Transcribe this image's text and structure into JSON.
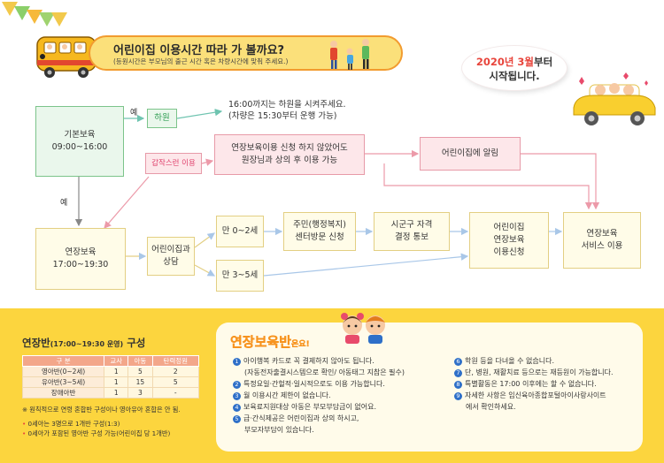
{
  "header": {
    "title": "어린이집 이용시간 따라 가 볼까요?",
    "subtitle": "(등원시간은 부모님의 출근 시간 혹은 차량시간에 맞춰 주세요.)"
  },
  "date_badge": {
    "year_month": "2020년 3월",
    "suffix": "부터",
    "line2": "시작됩니다."
  },
  "flow": {
    "basic_care": {
      "name": "기본보육",
      "time": "09:00~16:00"
    },
    "yes_label_1": "예",
    "hawon": "하원",
    "hawon_note_1": "16:00까지는 하원을 시켜주세요.",
    "hawon_note_2": "(차량은 15:30부터 운행 가능)",
    "sudden_use": "갑작스런 이용",
    "not_applied_1": "연장보육이용 신청 하지 않았어도",
    "not_applied_2": "원장님과 상의 후 이용 가능",
    "notify_daycare": "어린이집에 알림",
    "yes_label_2": "예",
    "extended_care": {
      "name": "연장보육",
      "time": "17:00~19:30"
    },
    "consult_1": "어린이집과",
    "consult_2": "상담",
    "age_0_2": "만 0~2세",
    "age_3_5": "만 3~5세",
    "community_1": "주민(행정복지)",
    "community_2": "센터방문 신청",
    "qualification_1": "시군구 자격",
    "qualification_2": "결정 통보",
    "apply_1": "어린이집",
    "apply_2": "연장보육",
    "apply_3": "이용신청",
    "use_1": "연장보육",
    "use_2": "서비스 이용"
  },
  "class_table": {
    "title": "연장반",
    "title_time": "(17:00~19:30 운영)",
    "title_suffix": "구성",
    "headers": [
      "구 분",
      "교사",
      "아동",
      "탄력정원"
    ],
    "rows": [
      [
        "영아반(0~2세)",
        "1",
        "5",
        "2"
      ],
      [
        "유아반(3~5세)",
        "1",
        "15",
        "5"
      ],
      [
        "장애아반",
        "1",
        "3",
        "-"
      ]
    ],
    "note_main": "※ 원칙적으로 연령 혼합반 구성이나 영아유아 혼합은 안 됨.",
    "note_1": "0세아는 3명으로 1개반 구성(1:3)",
    "note_2": "0세아가 포함된 영아반 구성 가능(어린이집 당 1개반)"
  },
  "info_card": {
    "title": "연장보육반",
    "title_suffix": "은요!",
    "items_left": [
      {
        "num": "1",
        "text": "아이행복 카드로 꼭 결제하지 않아도 됩니다.",
        "sub": "(자동전자출결시스템으로 확인/ 아동태그 지참은 필수)"
      },
      {
        "num": "2",
        "text": "특정요일·간헐적·일시적으로도 이용 가능합니다.",
        "sub": ""
      },
      {
        "num": "3",
        "text": "월 이용시간 제한이 없습니다.",
        "sub": ""
      },
      {
        "num": "4",
        "text": "보육료지원대상 아동은 부모부담금이 없어요.",
        "sub": ""
      },
      {
        "num": "5",
        "text": "급·간식제공은 어린이집과 상의 하시고,",
        "sub": "부모자부담이 있습니다."
      }
    ],
    "items_right": [
      {
        "num": "6",
        "text": "학원 등을 다녀올 수 없습니다.",
        "sub": ""
      },
      {
        "num": "7",
        "text": "단, 병원, 재활치료 등으로는 재등원이 가능합니다.",
        "sub": ""
      },
      {
        "num": "8",
        "text": "특별활동은 17:00 이후에는 할 수 없습니다.",
        "sub": ""
      },
      {
        "num": "9",
        "text": "자세한 사항은 임신육아종합포털아이사랑사이트",
        "sub": "에서 확인하세요."
      }
    ]
  }
}
